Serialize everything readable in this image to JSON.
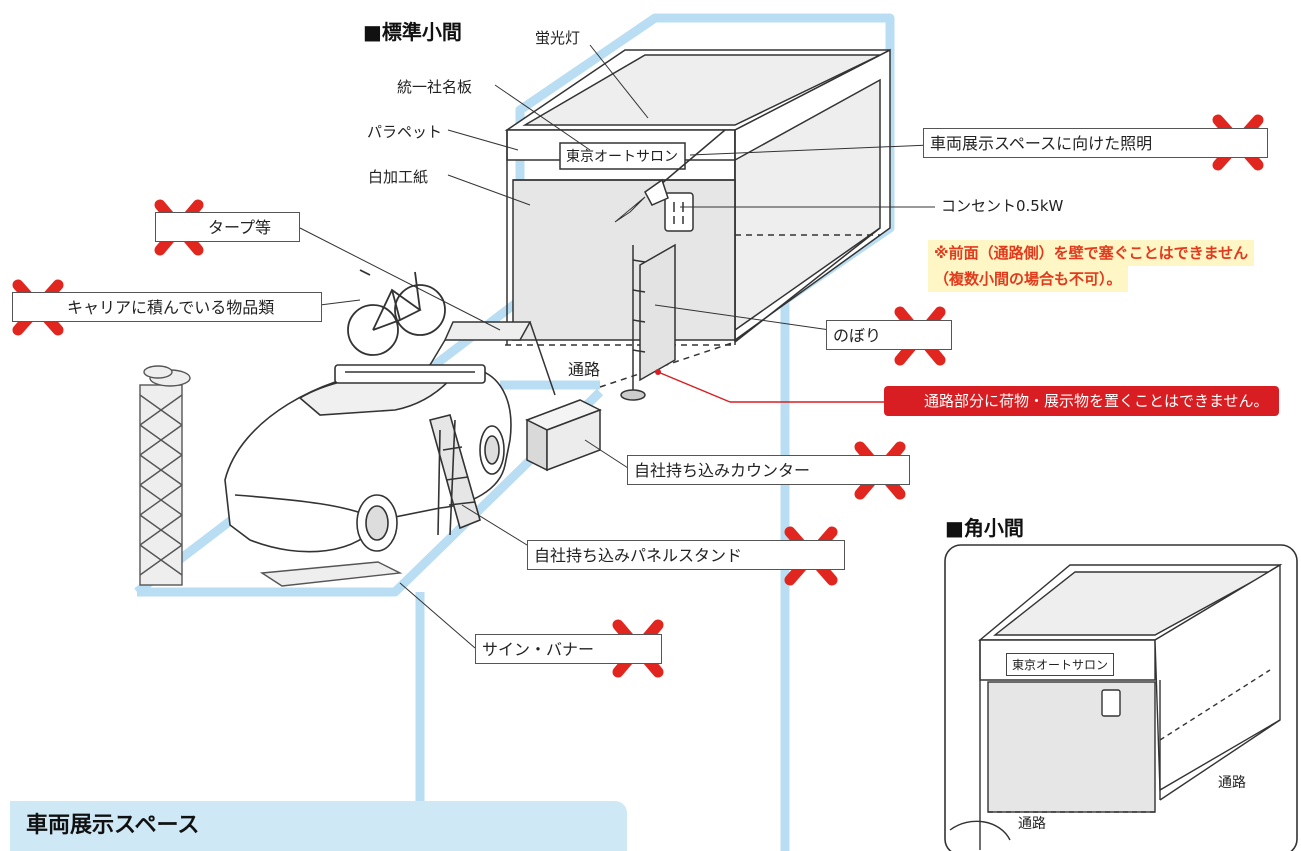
{
  "titles": {
    "standard_booth": "■標準小間",
    "corner_booth": "■角小間"
  },
  "labels": {
    "fluorescent": "蛍光灯",
    "nameplate": "統一社名板",
    "parapet": "パラペット",
    "white_paper": "白加工紙",
    "outlet": "コンセント0.5kW",
    "aisle": "通路",
    "company_sign": "東京オートサロン"
  },
  "prohibited": {
    "lighting": "車両展示スペースに向けた照明",
    "tarp": "タープ等",
    "carrier": "キャリアに積んでいる物品類",
    "flag": "のぼり",
    "counter": "自社持ち込みカウンター",
    "panel_stand": "自社持ち込みパネルスタンド",
    "sign_banner": "サイン・バナー"
  },
  "notes": {
    "front_wall_line1": "※前面（通路側）を壁で塞ぐことはできません",
    "front_wall_line2": "（複数小間の場合も不可）。",
    "aisle_warning": "通路部分に荷物・展示物を置くことはできません。"
  },
  "corner": {
    "sign": "東京オートサロン",
    "aisle_1": "通路",
    "aisle_2": "通路"
  },
  "footer": "車両展示スペース",
  "colors": {
    "prohibit": "#e0261e",
    "alert_bg": "#d81e22",
    "note_bg": "#fff6c6",
    "frame_blue": "#b9ddf2",
    "footer_bg": "#cfe8f6"
  }
}
